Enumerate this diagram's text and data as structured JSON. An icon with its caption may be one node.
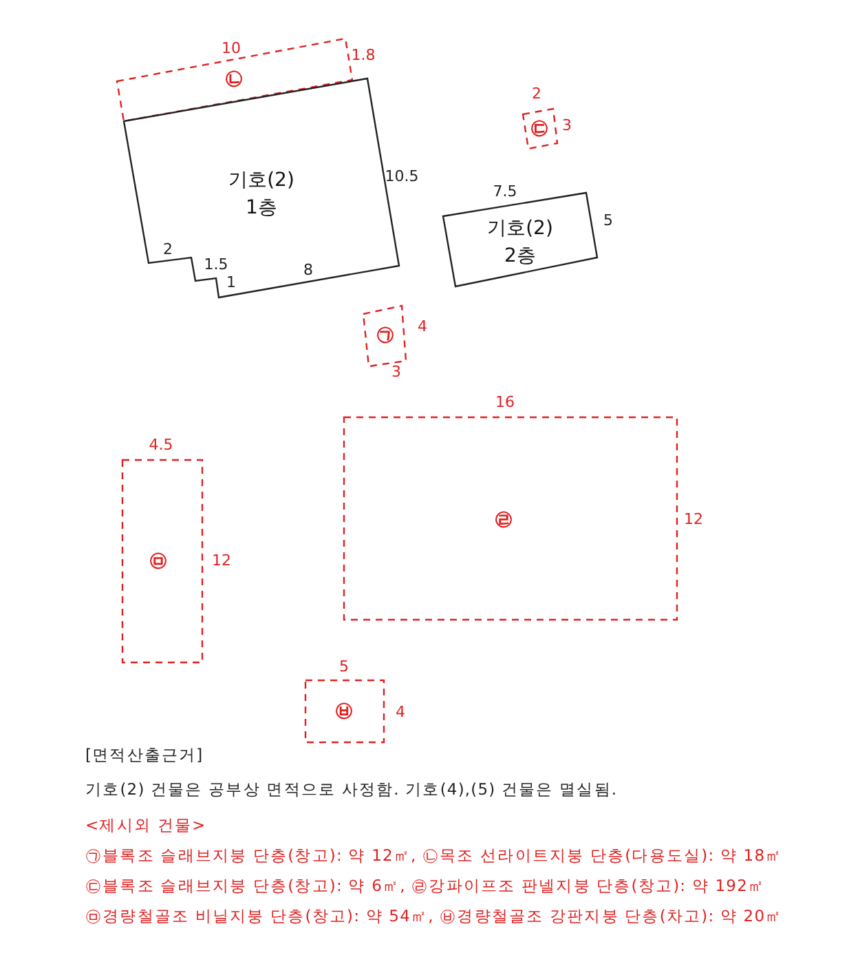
{
  "diagram": {
    "nodes": [
      {
        "text": [
          "㉡"
        ],
        "beside": [
          "10",
          "1.8"
        ]
      },
      {
        "text": [
          "기호(2) 1층"
        ],
        "beside": [
          "10.5"
        ]
      },
      {
        "text": [
          "㉢"
        ],
        "beside": [
          "2",
          "3"
        ]
      },
      {
        "text": [
          "기호(2) 2층"
        ],
        "beside": [
          "7.5",
          "5"
        ]
      },
      {
        "text": [
          "㉠"
        ],
        "beside": [
          "4",
          "3"
        ]
      },
      {
        "text": [
          "㉣"
        ],
        "beside": [
          "16",
          "12"
        ]
      },
      {
        "text": [
          "㉤"
        ],
        "beside": [
          "4.5",
          "12"
        ]
      },
      {
        "text": [
          "㉥"
        ],
        "beside": [
          "5",
          "4"
        ]
      }
    ],
    "labels": [
      "2",
      "1.5",
      "1",
      "8",
      "[면적산출근거]",
      "기호(2) 건물은 공부상 면적으로 사정함.  기호(4),(5) 건물은 멸실됨.",
      "<제시외 건물>",
      "㉠블록조 슬래브지붕 단층(창고): 약 12㎡, ㉡목조 선라이트지붕 단층(다용도실): 약 18㎡",
      "㉢블록조 슬래브지붕 단층(창고): 약 6㎡, ㉣강파이프조 판넬지붕 단층(창고): 약 192㎡",
      "㉤경량철골조 비닐지붕 단층(창고): 약 54㎡, ㉥경량철골조 강판지붕 단층(차고): 약 20㎡"
    ]
  }
}
